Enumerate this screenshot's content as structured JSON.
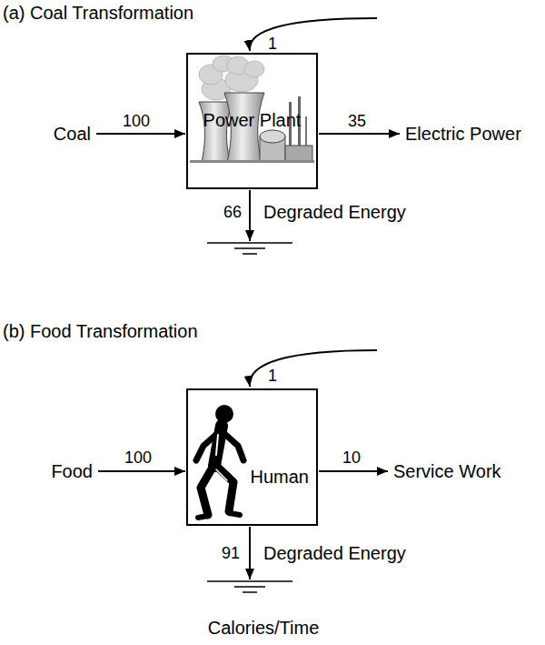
{
  "diagram": {
    "nodes": [
      {
        "text": [
          "Power Plant"
        ]
      },
      {
        "text": [
          "Human"
        ]
      }
    ],
    "labels": [
      "(a) Coal Transformation",
      "1",
      "Coal",
      "100",
      "35",
      "Electric Power",
      "66",
      "Degraded Energy",
      "(b) Food Transformation",
      "1",
      "Food",
      "100",
      "10",
      "Service Work",
      "91",
      "Degraded Energy",
      "Calories/Time"
    ]
  }
}
